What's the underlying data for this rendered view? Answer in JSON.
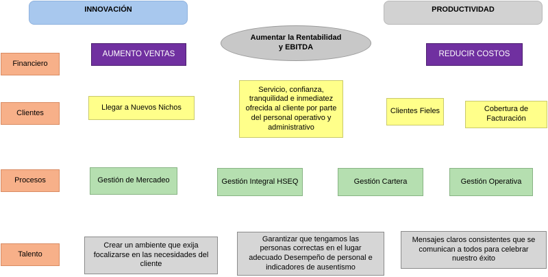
{
  "headers": {
    "innovacion": "INNOVACIÓN",
    "productividad": "PRODUCTIVIDAD"
  },
  "goal": {
    "line1": "Aumentar la Rentabilidad",
    "line2": "y EBITDA"
  },
  "rows": {
    "financiero": "Financiero",
    "clientes": "Clientes",
    "procesos": "Procesos",
    "talento": "Talento"
  },
  "financiero": {
    "aumento_ventas": "AUMENTO VENTAS",
    "reducir_costos": "REDUCIR COSTOS"
  },
  "clientes": {
    "nuevos_nichos": "Llegar a Nuevos Nichos",
    "servicio": "Servicio, confianza, tranquilidad e inmediatez ofrecida al cliente por parte del personal operativo y administrativo",
    "clientes_fieles": "Clientes Fieles",
    "cobertura": "Cobertura de Facturación"
  },
  "procesos": {
    "mercadeo": "Gestión de Mercadeo",
    "hseq": "Gestión Integral HSEQ",
    "cartera": "Gestión Cartera",
    "operativa": "Gestión Operativa"
  },
  "talento": {
    "ambiente": "Crear un ambiente que exija focalizarse en las necesidades del cliente",
    "garantizar": "Garantizar que tengamos las personas correctas en el lugar adecuado Desempeño de personal e indicadores de ausentismo",
    "mensajes": "Mensajes claros consistentes que se comunican a todos para celebrar nuestro éxito"
  },
  "colors": {
    "header_innovacion": "#a8c8ee",
    "header_productividad": "#d2d2d2",
    "goal_ellipse": "#c8c8c8",
    "financial_objective": "#7030a0",
    "row_label": "#f7b089",
    "client_objective": "#ffff8a",
    "process_objective": "#b5dfb0",
    "talent_objective": "#d6d6d6"
  }
}
